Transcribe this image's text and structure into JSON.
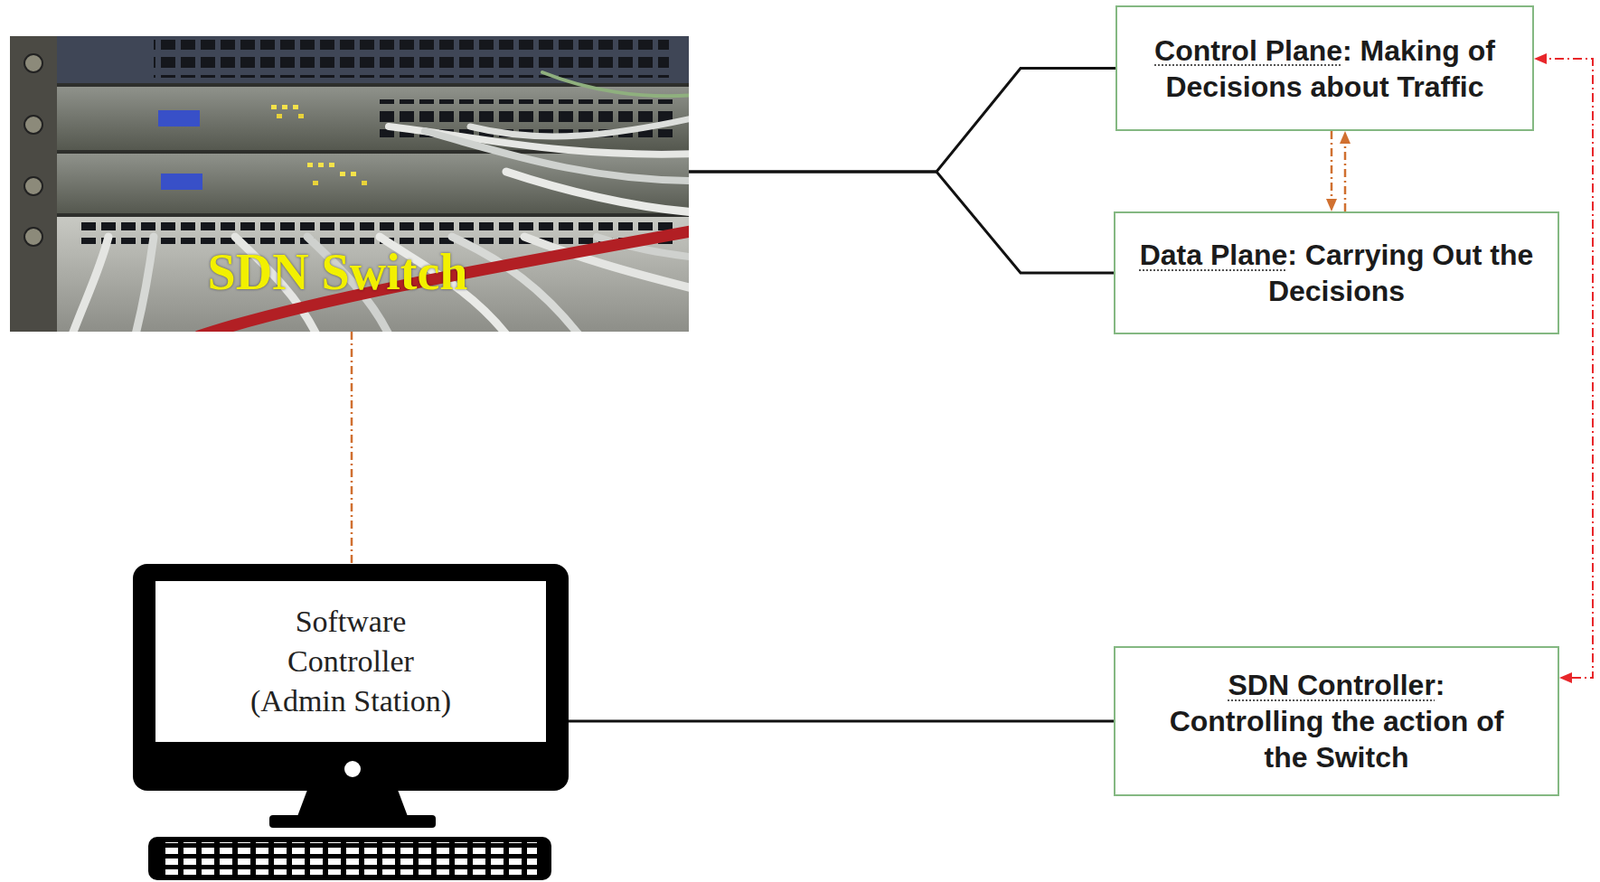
{
  "diagram": {
    "nodes": [
      {
        "text": [
          "SDN Switch"
        ]
      },
      {
        "text": [
          "Control Plane: Making of Decisions about Traffic"
        ]
      },
      {
        "text": [
          "Data Plane: Carrying Out the Decisions"
        ]
      },
      {
        "text": [
          "Software Controller (Admin Station)"
        ]
      },
      {
        "text": [
          "SDN Controller: Controlling the action of the Switch"
        ]
      }
    ],
    "edges": [
      {
        "from": 0,
        "to": 1,
        "arrow": "none"
      },
      {
        "from": 0,
        "to": 2,
        "arrow": "none"
      },
      {
        "from": 1,
        "to": 2,
        "arrow": "to"
      },
      {
        "from": 2,
        "to": 1,
        "arrow": "to"
      },
      {
        "from": 0,
        "to": 3,
        "arrow": "none"
      },
      {
        "from": 3,
        "to": 4,
        "arrow": "none"
      },
      {
        "from": 4,
        "to": 1,
        "arrow": "both"
      }
    ]
  }
}
